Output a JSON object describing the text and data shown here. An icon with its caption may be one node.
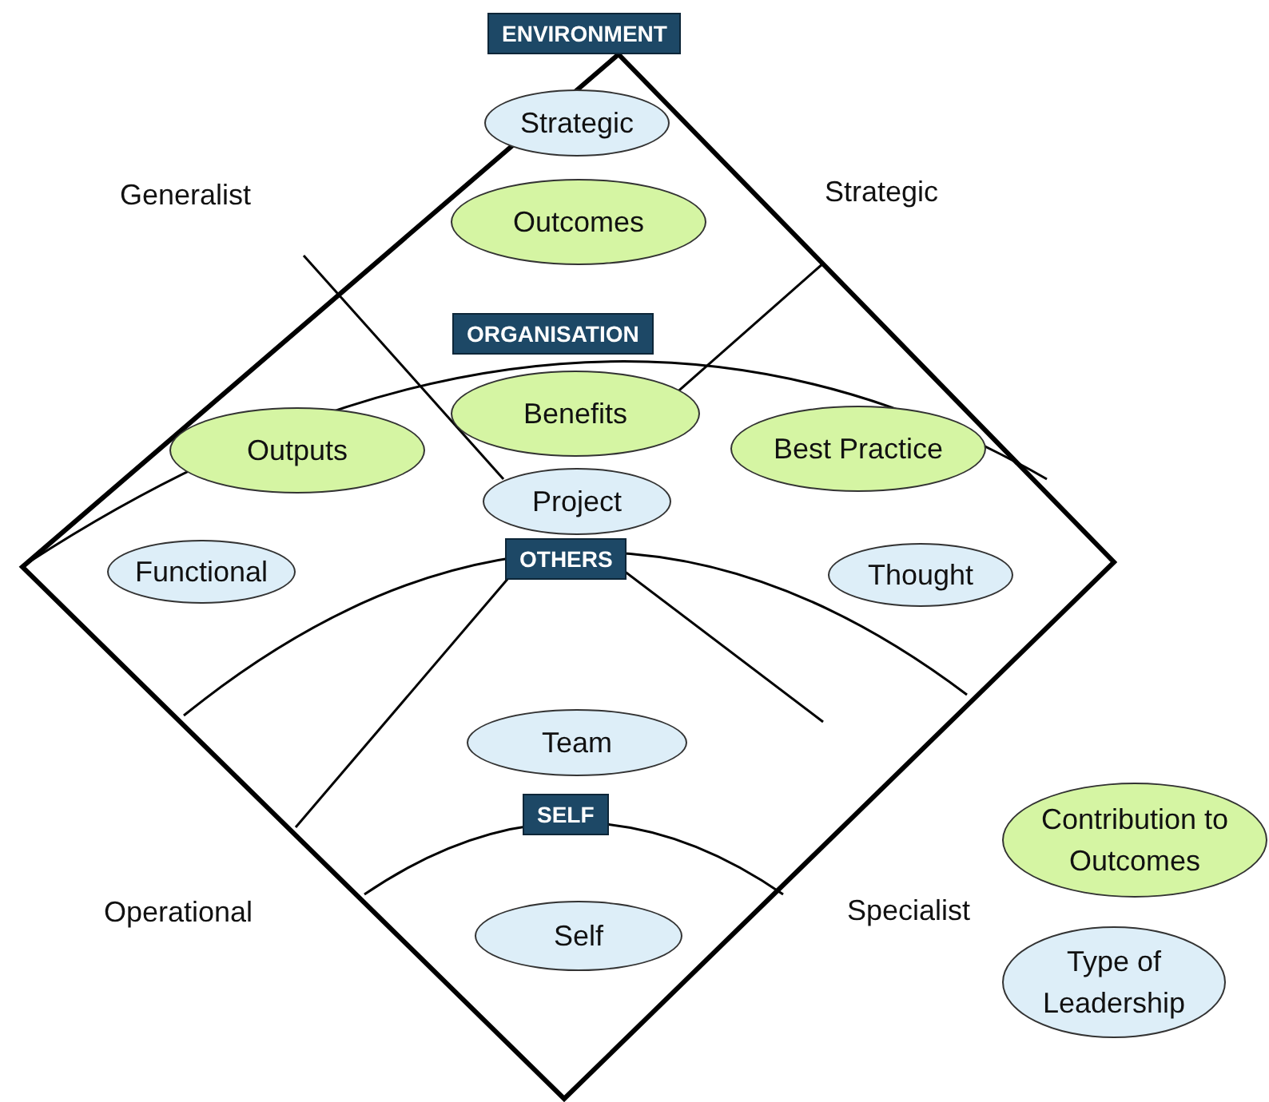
{
  "diagram": {
    "nodes": [
      {
        "text": [
          "ENVIRONMENT"
        ]
      },
      {
        "text": [
          "Strategic"
        ]
      },
      {
        "text": [
          "Outcomes"
        ]
      },
      {
        "text": [
          "ORGANISATION"
        ]
      },
      {
        "text": [
          "Benefits"
        ]
      },
      {
        "text": [
          "Outputs"
        ]
      },
      {
        "text": [
          "Best Practice"
        ]
      },
      {
        "text": [
          "Project"
        ]
      },
      {
        "text": [
          "OTHERS"
        ]
      },
      {
        "text": [
          "Functional"
        ]
      },
      {
        "text": [
          "Thought"
        ]
      },
      {
        "text": [
          "Team"
        ]
      },
      {
        "text": [
          "SELF"
        ]
      },
      {
        "text": [
          "Self"
        ]
      }
    ],
    "edges": [],
    "labels": [
      "Generalist",
      "Strategic",
      "Operational",
      "Specialist"
    ],
    "legend": [
      {
        "text": "Contribution to Outcomes",
        "color": "#d5f5a3"
      },
      {
        "text": "Type of Leadership",
        "color": "#ddeef8"
      }
    ]
  }
}
